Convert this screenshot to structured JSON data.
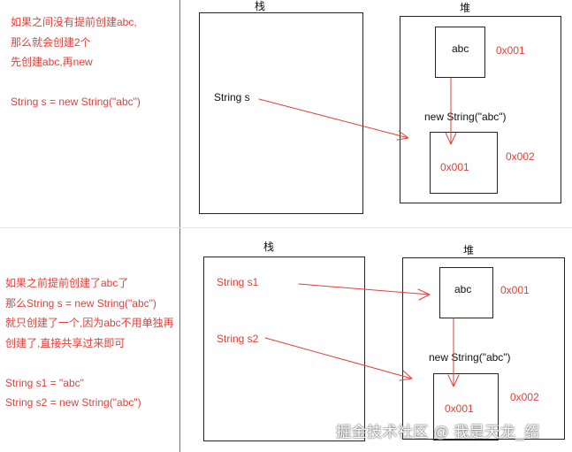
{
  "top_section": {
    "note_lines": [
      "如果之间没有提前创建abc,",
      "那么就会创建2个",
      "先创建abc,再new",
      "",
      "String s = new String(\"abc\")"
    ],
    "stack_title": "栈",
    "heap_title": "堆",
    "stack_var": "String s",
    "abc_label": "abc",
    "abc_addr": "0x001",
    "new_string_label": "new String(\"abc\")",
    "obj_inner_addr": "0x001",
    "obj_addr": "0x002"
  },
  "bottom_section": {
    "note_lines": [
      "如果之前提前创建了abc了",
      "那么String s = new String(\"abc\")",
      "就只创建了一个,因为abc不用单独再",
      "创建了,直接共享过来即可",
      "",
      "String s1 = \"abc\"",
      "String s2 = new String(\"abc\")"
    ],
    "stack_title": "栈",
    "heap_title": "堆",
    "stack_var_1": "String s1",
    "stack_var_2": "String s2",
    "abc_label": "abc",
    "abc_addr": "0x001",
    "new_string_label": "new String(\"abc\")",
    "obj_inner_addr": "0x001",
    "obj_addr": "0x002"
  },
  "watermark": "掘金技术社区 @ 我是天龙_绍",
  "colors": {
    "annotation_red": "#e0413a",
    "box_border": "#222222",
    "text_black": "#111111"
  }
}
